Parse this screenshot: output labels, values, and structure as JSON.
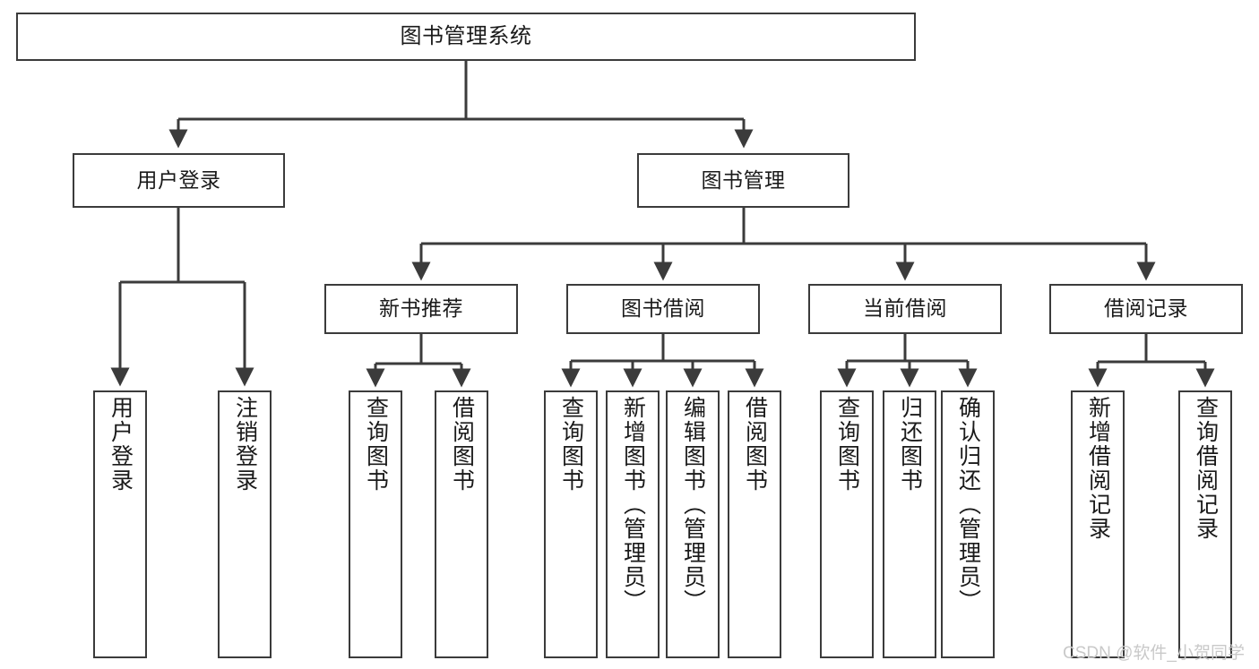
{
  "diagram": {
    "type": "tree-hierarchy",
    "title": "图书管理系统",
    "watermark": "CSDN @软件_小贺同学",
    "colors": {
      "box_border": "#3b3b3b",
      "box_fill": "#ffffff",
      "edge": "#3b3b3b",
      "text": "#1a1a1a",
      "background": "#ffffff",
      "watermark": "#c9c9c9"
    },
    "nodes": {
      "root": {
        "label": "图书管理系统"
      },
      "level2": [
        {
          "label": "用户登录"
        },
        {
          "label": "图书管理"
        }
      ],
      "level3": [
        {
          "label": "新书推荐"
        },
        {
          "label": "图书借阅"
        },
        {
          "label": "当前借阅"
        },
        {
          "label": "借阅记录"
        }
      ],
      "leaves": {
        "user_login": [
          {
            "label": "用户登录"
          },
          {
            "label": "注销登录"
          }
        ],
        "new_book": [
          {
            "label": "查询图书"
          },
          {
            "label": "借阅图书"
          }
        ],
        "book_borrow": [
          {
            "label": "查询图书"
          },
          {
            "label": "新增图书（管理员）"
          },
          {
            "label": "编辑图书（管理员）"
          },
          {
            "label": "借阅图书"
          }
        ],
        "current_borrow": [
          {
            "label": "查询图书"
          },
          {
            "label": "归还图书"
          },
          {
            "label": "确认归还（管理员）"
          }
        ],
        "borrow_record": [
          {
            "label": "新增借阅记录"
          },
          {
            "label": "查询借阅记录"
          }
        ]
      }
    }
  }
}
